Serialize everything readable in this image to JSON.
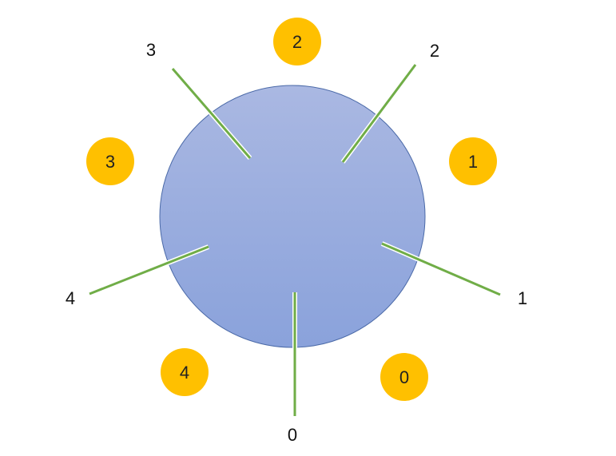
{
  "diagram": {
    "hub_colors": {
      "top": "#aab8e2",
      "bottom": "#8aa2db",
      "stroke": "#4b6aa8"
    },
    "spoke_color": "#70ad47",
    "badge_color": "#ffc000",
    "spoke_labels": [
      "3",
      "2",
      "4",
      "1",
      "0"
    ],
    "badges": [
      "2",
      "3",
      "1",
      "4",
      "0"
    ]
  }
}
